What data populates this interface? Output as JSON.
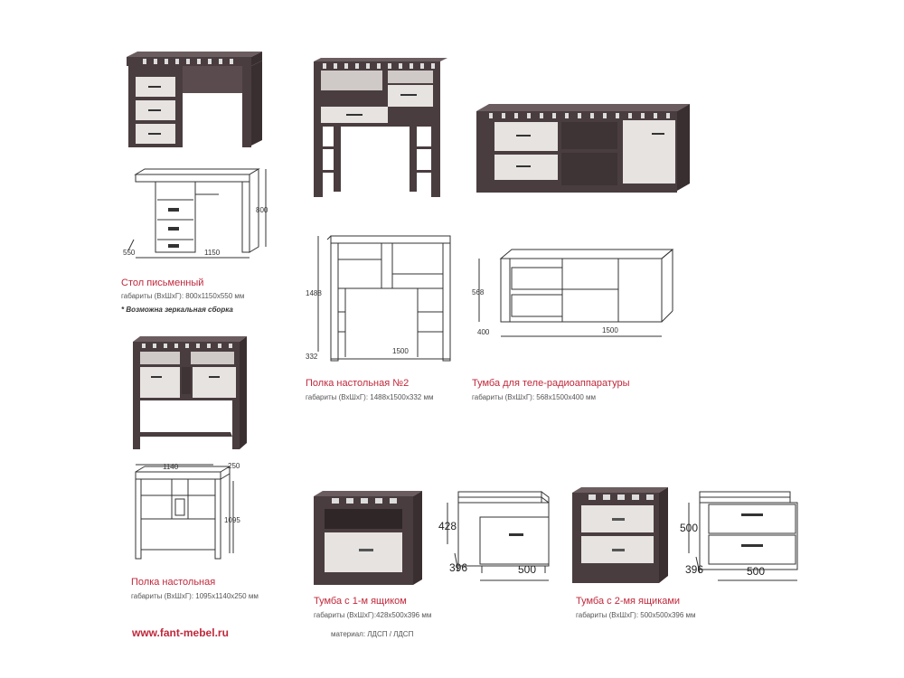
{
  "desk": {
    "title": "Стол письменный",
    "dims": "габариты (ВхШхГ): 800х1150х550 мм",
    "note": "* Возможна зеркальная сборка",
    "dim_height": "800",
    "dim_width": "1150",
    "dim_depth": "550"
  },
  "shelf2": {
    "title": "Полка настольная №2",
    "dims": "габариты (ВхШхГ): 1488х1500х332 мм",
    "dim_height": "1488",
    "dim_width": "1500",
    "dim_depth": "332"
  },
  "tv": {
    "title": "Тумба для теле-радиоаппаратуры",
    "dims": "габариты (ВхШхГ): 568х1500х400 мм",
    "dim_height": "568",
    "dim_width": "1500",
    "dim_depth": "400"
  },
  "shelf": {
    "title": "Полка настольная",
    "dims": "габариты (ВхШхГ): 1095х1140х250 мм",
    "dim_height": "1095",
    "dim_width": "1140",
    "dim_depth": "250"
  },
  "nightstand1": {
    "title": "Тумба с 1-м ящиком",
    "dims": "габариты (ВхШхГ):428х500х396 мм",
    "material": "материал: ЛДСП / ЛДСП",
    "dim_height": "428",
    "dim_width": "500",
    "dim_depth": "396"
  },
  "nightstand2": {
    "title": "Тумба с 2-мя ящиками",
    "dims": "габариты (ВхШхГ): 500х500х396 мм",
    "dim_height": "500",
    "dim_width": "500",
    "dim_depth": "396"
  },
  "website": "www.fant-mebel.ru",
  "colors": {
    "wenge": "#4a3d3f",
    "light": "#e6e3e1",
    "accent": "#c0283b"
  }
}
